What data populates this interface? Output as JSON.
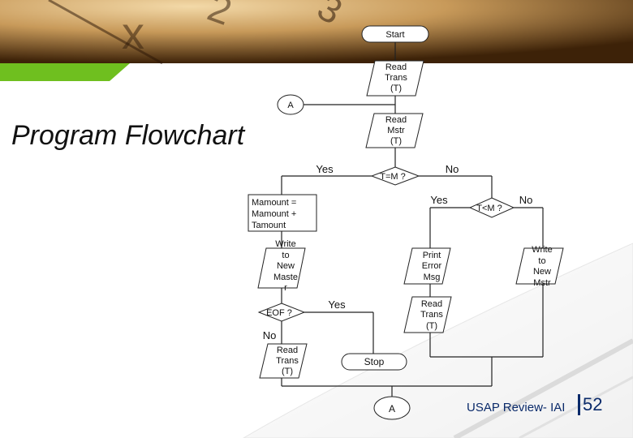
{
  "slide": {
    "title": "Program Flowchart",
    "footer": "USAP Review- IAI",
    "page_number": "52"
  },
  "theme": {
    "accent_green": "#6fbf1f",
    "clock_bg": "#4a2a10",
    "line_color": "#222222"
  },
  "flowchart": {
    "start": "Start",
    "read_trans_1": [
      "Read",
      "Trans",
      "(T)"
    ],
    "connector_a_top": "A",
    "read_mstr": [
      "Read",
      "Mstr",
      "(T)"
    ],
    "decision_eq": "T=M ?",
    "decision_eq_yes": "Yes",
    "decision_eq_no": "No",
    "mamount": [
      "Mamount =",
      "Mamount +",
      "Tamount"
    ],
    "decision_lt": "T<M ?",
    "decision_lt_yes": "Yes",
    "decision_lt_no": "No",
    "write_new_master": [
      "Write",
      "to",
      "New",
      "Maste",
      "r"
    ],
    "print_error": [
      "Print",
      "Error",
      "Msg"
    ],
    "write_new_mstr": [
      "Write",
      "to",
      "New",
      "Mstr"
    ],
    "decision_eof": "EOF ?",
    "decision_eof_yes": "Yes",
    "decision_eof_no": "No",
    "read_trans_2": [
      "Read",
      "Trans",
      "(T)"
    ],
    "read_trans_3": [
      "Read",
      "Trans",
      "(T)"
    ],
    "stop": "Stop",
    "connector_a_bottom": "A"
  }
}
